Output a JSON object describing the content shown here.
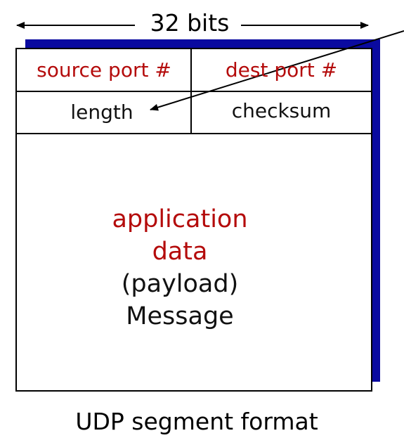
{
  "bits_label": "32 bits",
  "fields": {
    "source_port": "source port #",
    "dest_port": "dest port #",
    "length": "length",
    "checksum": "checksum"
  },
  "payload": {
    "line1": "application",
    "line2": "data",
    "line3": "(payload)",
    "line4": "Message"
  },
  "caption": "UDP segment format",
  "colors": {
    "field_text_red": "#b40b0b",
    "box_border_red": "#b40b0b",
    "shadow_blue": "#0a0aa0"
  }
}
